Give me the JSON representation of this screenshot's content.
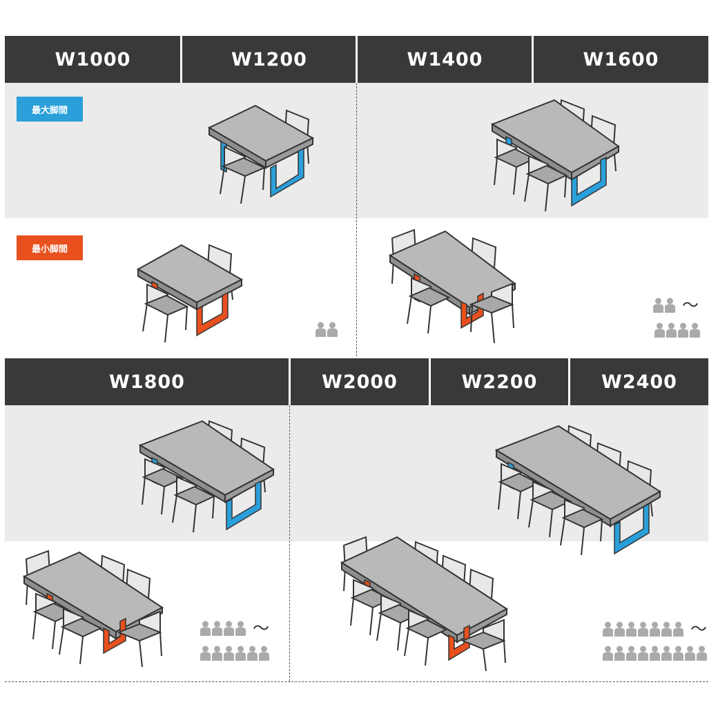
{
  "top_headers": [
    "W1000",
    "W1200",
    "W1400",
    "W1600"
  ],
  "bottom_headers": [
    "W1800",
    "W2000",
    "W2200",
    "W2400"
  ],
  "labels": {
    "max_leg": "最大脚間",
    "min_leg": "最小脚間"
  },
  "capacity": {
    "tilde": "～"
  },
  "colors": {
    "header_bg": "#3a3938",
    "band_bg": "#ebebeb",
    "max_leg": "#2a9fda",
    "min_leg": "#e8501e",
    "table_top": "#b9b9b9",
    "chair_seat": "#a8a8a8",
    "person": "#aaaaaa"
  },
  "icons": [
    "person-icon",
    "table-illustration",
    "chair-illustration"
  ]
}
